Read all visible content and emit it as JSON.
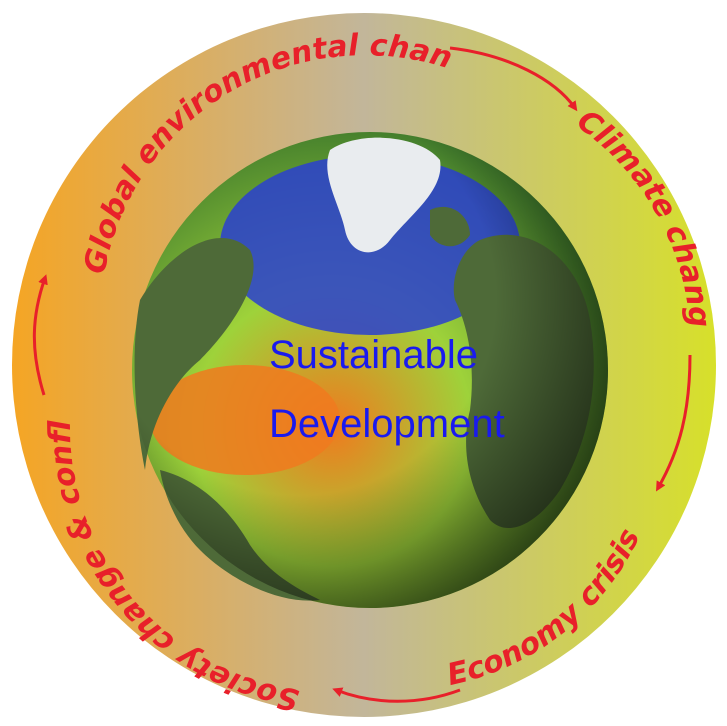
{
  "colors": {
    "ring_left": "#f5a524",
    "ring_mid": "#c2b69a",
    "ring_right": "#d7e02a",
    "ring_label": "#e8202a",
    "arrow": "#e8202a",
    "center_text": "#1a1aee",
    "ocean_warm": "#f07a1e",
    "ocean_mid": "#9ed23a",
    "ocean_cold": "#2a3fd0",
    "ice": "#e9ecef",
    "land": "#4e6a38"
  },
  "ring": {
    "labels": [
      {
        "id": "global",
        "text": "Global environmental change"
      },
      {
        "id": "climate",
        "text": "Climate change"
      },
      {
        "id": "economy",
        "text": "Economy crisis"
      },
      {
        "id": "society",
        "text": "Society change & conflict"
      }
    ]
  },
  "center": {
    "line1": "Sustainable",
    "line2": "Development"
  },
  "icons": [
    "arrow-icon",
    "globe-icon"
  ]
}
